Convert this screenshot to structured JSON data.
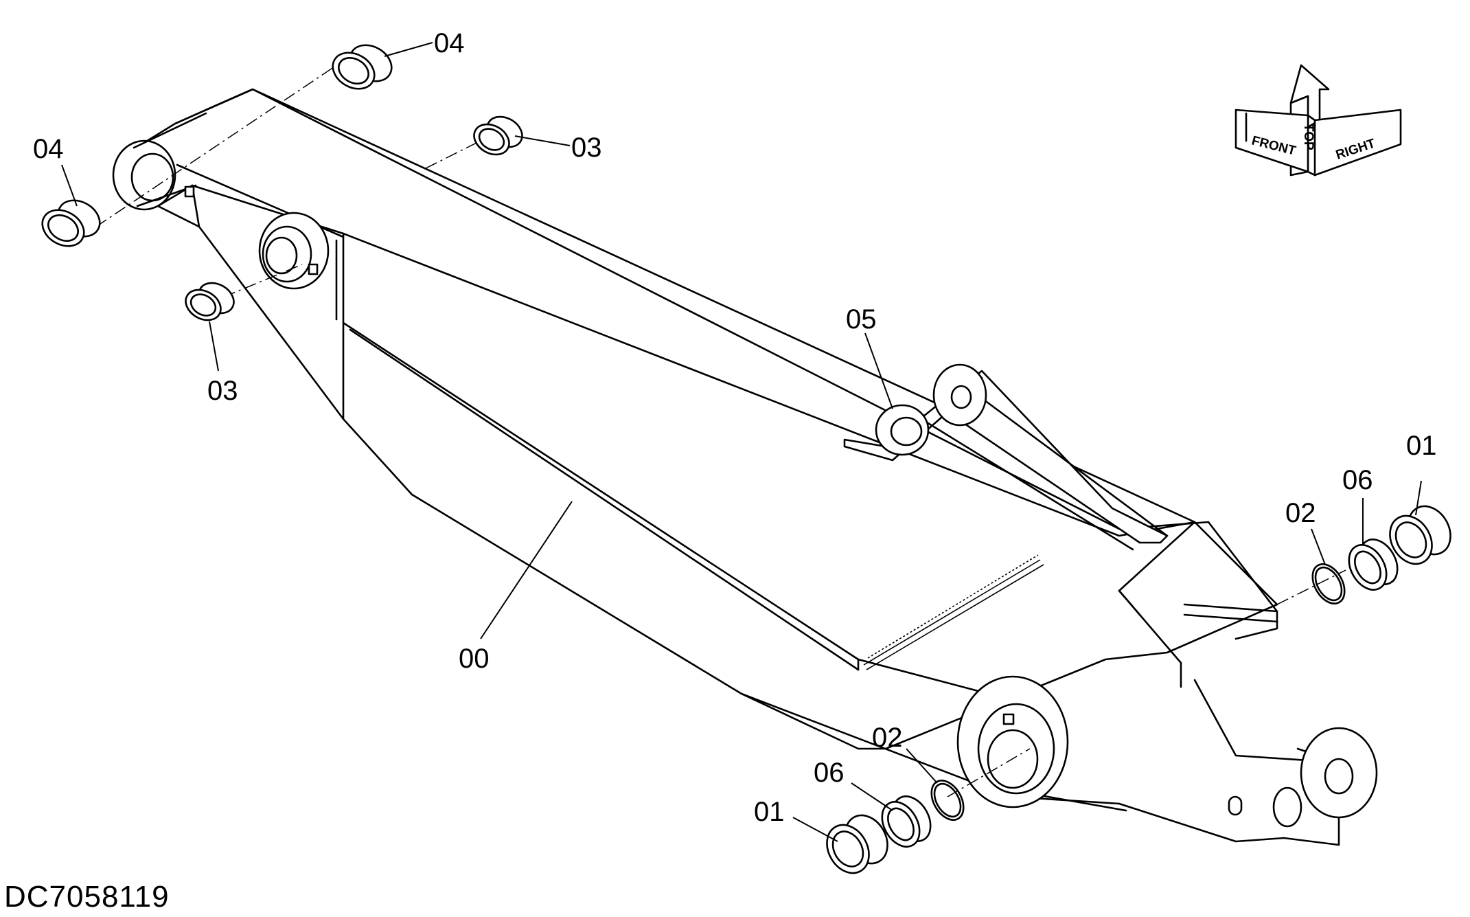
{
  "drawing_code": "DC7058119",
  "callouts": {
    "c00": "00",
    "c01a": "01",
    "c01b": "01",
    "c02a": "02",
    "c02b": "02",
    "c03a": "03",
    "c03b": "03",
    "c04a": "04",
    "c04b": "04",
    "c05": "05",
    "c06a": "06",
    "c06b": "06"
  },
  "orientation_indicator": {
    "front": "FRONT",
    "top": "TOP",
    "right": "RIGHT"
  }
}
